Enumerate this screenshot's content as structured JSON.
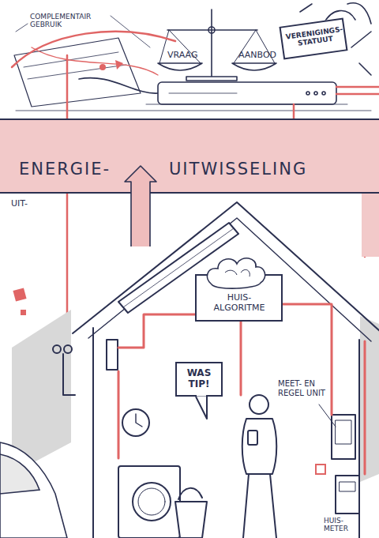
{
  "diagram": {
    "nodes": [
      {
        "text": [
          "VERENIGINGS- STATUUT"
        ]
      },
      {
        "text": [
          "ENERGIE-",
          "UITWISSELING"
        ]
      },
      {
        "text": [
          "HUIS- ALGORITME"
        ]
      },
      {
        "text": [
          "WAS TIP!"
        ]
      }
    ],
    "labels": [
      "COMPLEMENTAIR GEBRUIK",
      "VRAAG",
      "AANBOD",
      "UIT-",
      "MEET- EN REGEL UNIT",
      "HUIS- METER"
    ]
  }
}
